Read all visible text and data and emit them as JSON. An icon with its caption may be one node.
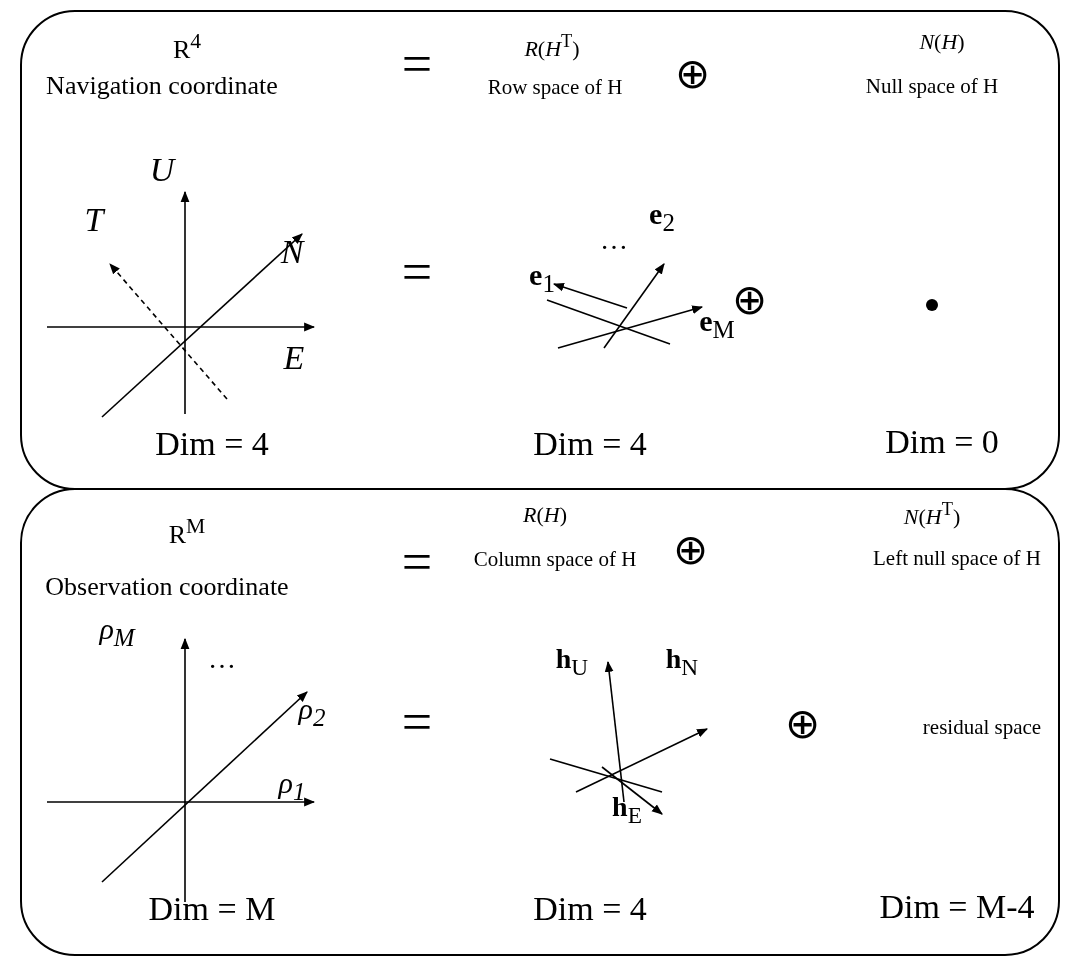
{
  "diagram": {
    "nodes": [
      {
        "text": [
          "R$^{4}$",
          "Navigation coordinate",
          "=",
          "*R*(*H*$^{T}$)",
          "Row space of H",
          "⊕",
          "*N*(*H*)",
          "Null space of H",
          "*U*",
          "*T*",
          "*N*",
          "*E*",
          "=",
          "**e**$_{1}$",
          "…",
          "**e**$_{2}$",
          "**e**$_{M}$",
          "⊕",
          "Dim = 4",
          "Dim = 4",
          "Dim = 0"
        ]
      },
      {
        "text": [
          "R$^{M}$",
          "Observation coordinate",
          "=",
          "*R*(*H*)",
          "Column space of H",
          "⊕",
          "*N*(*H*$^{T}$)",
          "Left null space of H",
          "*ρ*$_{M}$",
          "…",
          "*ρ*$_{2}$",
          "*ρ*$_{1}$",
          "=",
          "**h**$_{U}$",
          "**h**$_{N}$",
          "**h**$_{E}$",
          "⊕",
          "residual space",
          "Dim = M",
          "Dim = 4",
          "Dim = M-4"
        ]
      }
    ],
    "edges": []
  }
}
